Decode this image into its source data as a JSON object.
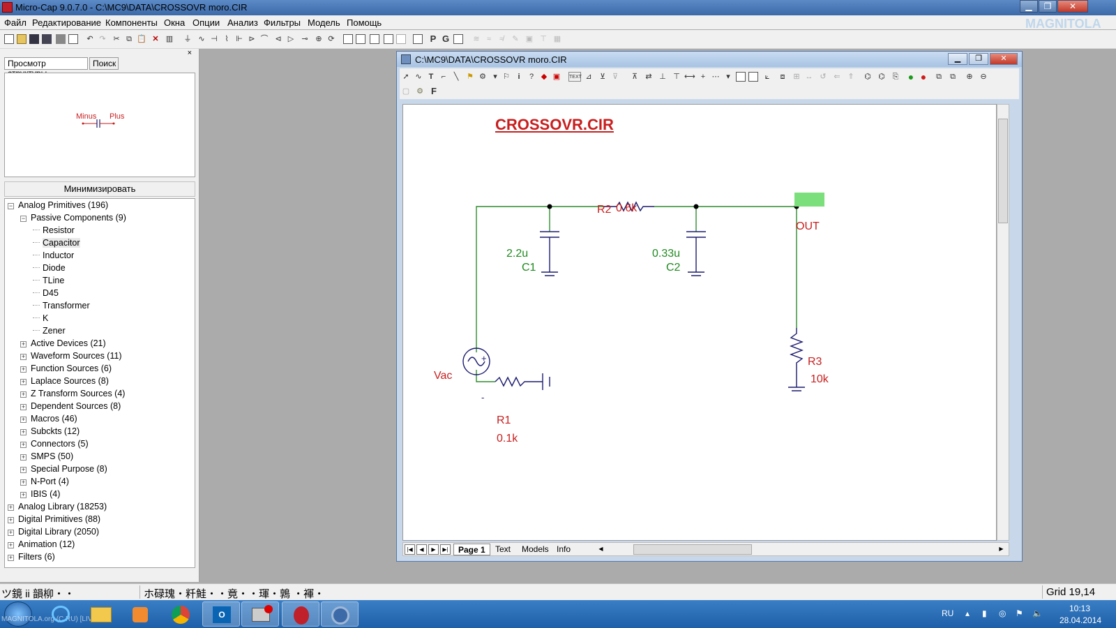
{
  "app": {
    "title": "Micro-Cap 9.0.7.0 - C:\\MC9\\DATA\\CROSSOVR moro.CIR",
    "watermark": "MAGNITOLA",
    "window_buttons": [
      "▁",
      "❐",
      "✕"
    ]
  },
  "menu": [
    "Файл",
    "Редактирование",
    "Компоненты",
    "Окна",
    "Опции",
    "Анализ",
    "Фильтры",
    "Модель",
    "Помощь"
  ],
  "leftpanel": {
    "close": "×",
    "tabs": [
      "Просмотр структуры",
      "Поиск"
    ],
    "preview": {
      "minus": "Minus",
      "plus": "Plus"
    },
    "minimize_label": "Минимизировать",
    "tree": [
      {
        "label": "Analog Primitives (196)",
        "level": 0,
        "exp": "−"
      },
      {
        "label": "Passive Components (9)",
        "level": 1,
        "exp": "−"
      },
      {
        "label": "Resistor",
        "level": 2,
        "exp": ""
      },
      {
        "label": "Capacitor",
        "level": 2,
        "exp": "",
        "selected": true
      },
      {
        "label": "Inductor",
        "level": 2,
        "exp": ""
      },
      {
        "label": "Diode",
        "level": 2,
        "exp": ""
      },
      {
        "label": "TLine",
        "level": 2,
        "exp": ""
      },
      {
        "label": "D45",
        "level": 2,
        "exp": ""
      },
      {
        "label": "Transformer",
        "level": 2,
        "exp": ""
      },
      {
        "label": "K",
        "level": 2,
        "exp": ""
      },
      {
        "label": "Zener",
        "level": 2,
        "exp": ""
      },
      {
        "label": "Active Devices (21)",
        "level": 1,
        "exp": "+"
      },
      {
        "label": "Waveform Sources (11)",
        "level": 1,
        "exp": "+"
      },
      {
        "label": "Function Sources (6)",
        "level": 1,
        "exp": "+"
      },
      {
        "label": "Laplace Sources (8)",
        "level": 1,
        "exp": "+"
      },
      {
        "label": "Z Transform Sources (4)",
        "level": 1,
        "exp": "+"
      },
      {
        "label": "Dependent Sources (8)",
        "level": 1,
        "exp": "+"
      },
      {
        "label": "Macros (46)",
        "level": 1,
        "exp": "+"
      },
      {
        "label": "Subckts (12)",
        "level": 1,
        "exp": "+"
      },
      {
        "label": "Connectors (5)",
        "level": 1,
        "exp": "+"
      },
      {
        "label": "SMPS (50)",
        "level": 1,
        "exp": "+"
      },
      {
        "label": "Special Purpose (8)",
        "level": 1,
        "exp": "+"
      },
      {
        "label": "N-Port (4)",
        "level": 1,
        "exp": "+"
      },
      {
        "label": "IBIS (4)",
        "level": 1,
        "exp": "+"
      },
      {
        "label": "Analog Library (18253)",
        "level": 0,
        "exp": "+"
      },
      {
        "label": "Digital Primitives (88)",
        "level": 0,
        "exp": "+"
      },
      {
        "label": "Digital Library (2050)",
        "level": 0,
        "exp": "+"
      },
      {
        "label": "Animation (12)",
        "level": 0,
        "exp": "+"
      },
      {
        "label": "Filters (6)",
        "level": 0,
        "exp": "+"
      }
    ]
  },
  "child": {
    "title": "C:\\MC9\\DATA\\CROSSOVR moro.CIR",
    "buttons": [
      "▁",
      "❐",
      "✕"
    ],
    "toolbar_text": [
      "T",
      "TEXT",
      "P",
      "G",
      "F"
    ],
    "schematic": {
      "title": "CROSSOVR.CIR",
      "r2_name": "R2",
      "r2_value": "0.6k",
      "out": "OUT",
      "c1_value": "2.2u",
      "c1_name": "C1",
      "c2_value": "0.33u",
      "c2_name": "C2",
      "vac": "Vac",
      "plus": "+",
      "minus": "-",
      "r1_name": "R1",
      "r1_value": "0.1k",
      "r3_name": "R3",
      "r3_value": "10k",
      "colors": {
        "wire": "#2e8b2e",
        "component": "#1a1a6e",
        "label_red": "#c81e1e",
        "label_green": "#1e8a1e",
        "out_bg": "#7be07b"
      }
    },
    "sheet_tabs": [
      "Page 1",
      "Text",
      "Models",
      "Info"
    ]
  },
  "status": {
    "left": "ツ鏡 ii 韻柳・・",
    "middle": "ホ碌瑰・粁鮭・・竟・・琿・鶉 ・褌・",
    "grid": "Grid 19,14"
  },
  "taskbar": {
    "language": "RU",
    "time": "10:13",
    "date": "28.04.2014",
    "overlay": "MAGNITOLA.org (С.RU) [LIVE]"
  }
}
